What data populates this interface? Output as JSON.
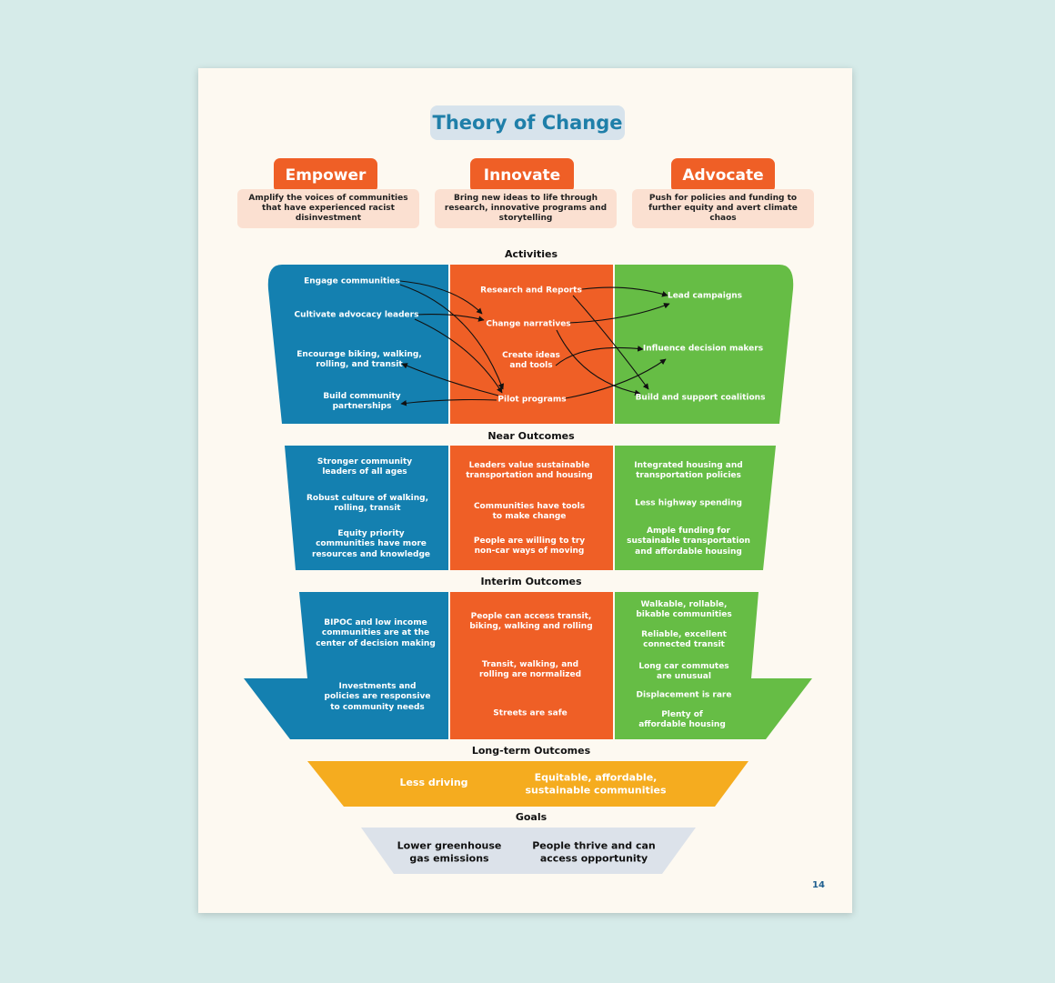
{
  "title": "Theory of Change",
  "page_number": "14",
  "colors": {
    "blue": "#1480b0",
    "orange": "#ef5f26",
    "green": "#66bd45",
    "yellow": "#f5ac1f",
    "gray": "#dce2ea"
  },
  "pillars": [
    {
      "name": "Empower",
      "description": "Amplify the voices of communities that have experienced racist disinvestment"
    },
    {
      "name": "Innovate",
      "description": "Bring new ideas to life through research, innovative programs and storytelling"
    },
    {
      "name": "Advocate",
      "description": "Push for policies and funding to further equity and avert climate chaos"
    }
  ],
  "sections": {
    "activities": "Activities",
    "near": "Near Outcomes",
    "interim": "Interim Outcomes",
    "longterm": "Long-term Outcomes",
    "goals": "Goals"
  },
  "activities": {
    "empower": [
      "Engage communities",
      "Cultivate advocacy leaders",
      "Encourage biking, walking,\nrolling, and transit",
      "Build community\npartnerships"
    ],
    "innovate": [
      "Research and Reports",
      "Change narratives",
      "Create ideas\nand tools",
      "Pilot programs"
    ],
    "advocate": [
      "Lead campaigns",
      "Influence decision makers",
      "Build and support coalitions"
    ]
  },
  "near_outcomes": {
    "empower": [
      "Stronger community\nleaders of all ages",
      "Robust culture of walking,\nrolling, transit",
      "Equity priority\ncommunities have more\nresources and knowledge"
    ],
    "innovate": [
      "Leaders value sustainable\ntransportation and housing",
      "Communities have tools\nto make change",
      "People are willing to try\nnon-car ways of moving"
    ],
    "advocate": [
      "Integrated housing and\ntransportation policies",
      "Less highway spending",
      "Ample funding for\nsustainable transportation\nand affordable housing"
    ]
  },
  "interim_outcomes": {
    "empower": [
      "BIPOC and low income\ncommunities are at the\ncenter of decision making",
      "Investments and\npolicies are responsive\nto community needs"
    ],
    "innovate": [
      "People can access transit,\nbiking, walking and rolling",
      "Transit, walking, and\nrolling are normalized",
      "Streets are safe"
    ],
    "advocate": [
      "Walkable, rollable,\nbikable communities",
      "Reliable, excellent\nconnected transit",
      "Long car commutes\nare unusual",
      "Displacement is rare",
      "Plenty of\naffordable housing"
    ]
  },
  "long_term": [
    "Less driving",
    "Equitable, affordable,\nsustainable communities"
  ],
  "goals": [
    "Lower greenhouse\ngas emissions",
    "People thrive and can\naccess opportunity"
  ]
}
